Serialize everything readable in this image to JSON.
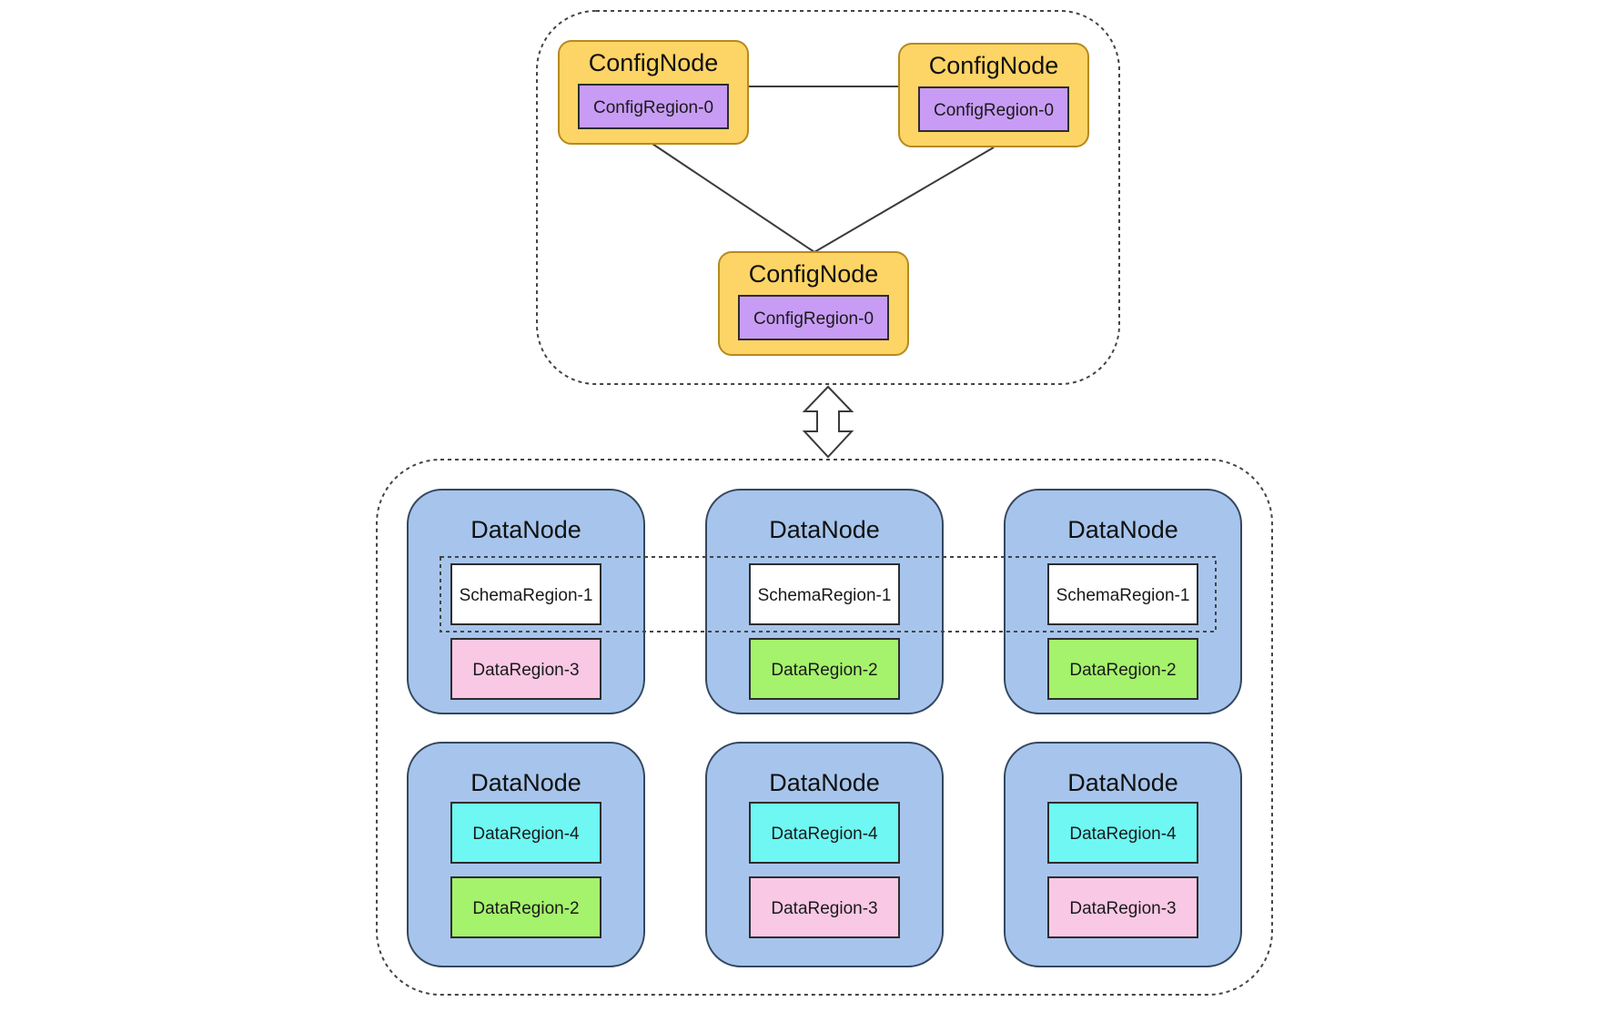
{
  "config_cluster": {
    "nodes": [
      {
        "title": "ConfigNode",
        "region": {
          "label": "ConfigRegion-0",
          "color": "#c89cf5"
        }
      },
      {
        "title": "ConfigNode",
        "region": {
          "label": "ConfigRegion-0",
          "color": "#c89cf5"
        }
      },
      {
        "title": "ConfigNode",
        "region": {
          "label": "ConfigRegion-0",
          "color": "#c89cf5"
        }
      }
    ],
    "node_color": "#fdd466"
  },
  "data_cluster": {
    "node_color": "#a7c5ec",
    "nodes": [
      {
        "title": "DataNode",
        "regions": [
          {
            "label": "SchemaRegion-1",
            "color": "#ffffff"
          },
          {
            "label": "DataRegion-3",
            "color": "#f9c8e5"
          }
        ]
      },
      {
        "title": "DataNode",
        "regions": [
          {
            "label": "SchemaRegion-1",
            "color": "#ffffff"
          },
          {
            "label": "DataRegion-2",
            "color": "#a5f26c"
          }
        ]
      },
      {
        "title": "DataNode",
        "regions": [
          {
            "label": "SchemaRegion-1",
            "color": "#ffffff"
          },
          {
            "label": "DataRegion-2",
            "color": "#a5f26c"
          }
        ]
      },
      {
        "title": "DataNode",
        "regions": [
          {
            "label": "DataRegion-4",
            "color": "#6ff7f3"
          },
          {
            "label": "DataRegion-2",
            "color": "#a5f26c"
          }
        ]
      },
      {
        "title": "DataNode",
        "regions": [
          {
            "label": "DataRegion-4",
            "color": "#6ff7f3"
          },
          {
            "label": "DataRegion-3",
            "color": "#f9c8e5"
          }
        ]
      },
      {
        "title": "DataNode",
        "regions": [
          {
            "label": "DataRegion-4",
            "color": "#6ff7f3"
          },
          {
            "label": "DataRegion-3",
            "color": "#f9c8e5"
          }
        ]
      }
    ]
  }
}
